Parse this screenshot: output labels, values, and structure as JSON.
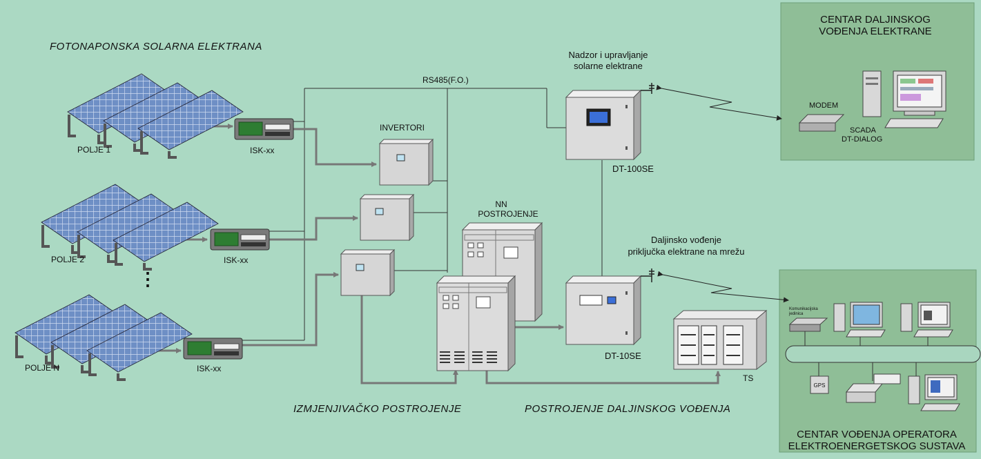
{
  "titles": {
    "pv_plant": "FOTONAPONSKA SOLARNA ELEKTRANA",
    "ac_substation": "IZMJENJIVAČKO POSTROJENJE",
    "remote_station": "POSTROJENJE DALJINSKOG VOĐENJA"
  },
  "fields": [
    {
      "label": "POLJE 1",
      "box": "ISK-xx"
    },
    {
      "label": "POLJE 2",
      "box": "ISK-xx"
    },
    {
      "label": "POLJE N",
      "box": "ISK-xx"
    }
  ],
  "ellipsis": "⋮",
  "bus_label": "RS485(F.O.)",
  "inverters_label": "INVERTORI",
  "nn": {
    "line1": "NN",
    "line2": "POSTROJENJE"
  },
  "monitoring": {
    "line1": "Nadzor i upravljanje",
    "line2": "solarne elektrane"
  },
  "dt100": "DT-100SE",
  "dt10": "DT-10SE",
  "remote_grid": {
    "line1": "Daljinsko vođenje",
    "line2": "priključka elektrane na mrežu"
  },
  "ts": "TS",
  "control_center": {
    "line1": "CENTAR DALJINSKOG",
    "line2": "VOĐENJA ELEKTRANE",
    "modem": "MODEM",
    "scada1": "SCADA",
    "scada2": "DT-DIALOG"
  },
  "operator_center": {
    "comm_unit1": "Komunikacijska",
    "comm_unit2": "jedinica",
    "gps": "GPS",
    "line1": "CENTAR VOĐENJA OPERATORA",
    "line2": "ELEKTROENERGETSKOG SUSTAVA"
  },
  "colors": {
    "background": "#ABD9C3",
    "panel": "#8FBE97",
    "arrow": "#777777",
    "cabinet": "#D9D9D9"
  }
}
